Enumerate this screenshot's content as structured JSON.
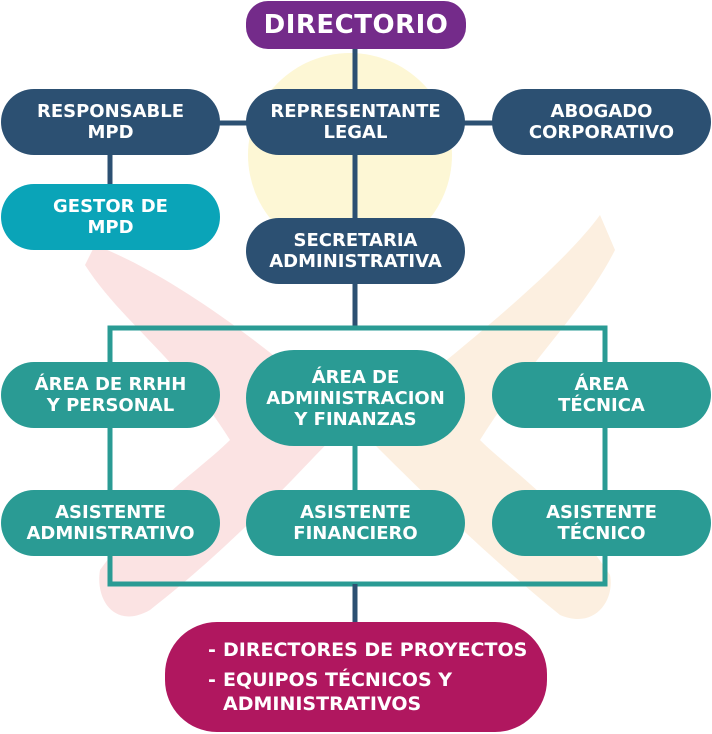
{
  "colors": {
    "directorio": "#742b8a",
    "navy": "#2c5072",
    "cyan": "#0aa4b8",
    "teal": "#2a9b94",
    "magenta": "#b0175f",
    "connector_navy": "#2c5072",
    "connector_teal": "#2a9b94"
  },
  "nodes": {
    "directorio": "DIRECTORIO",
    "responsable_mpd": [
      "RESPONSABLE",
      "MPD"
    ],
    "representante_legal": [
      "REPRESENTANTE",
      "LEGAL"
    ],
    "abogado_corporativo": [
      "ABOGADO",
      "CORPORATIVO"
    ],
    "gestor_mpd": [
      "GESTOR DE",
      "MPD"
    ],
    "secretaria_administrativa": [
      "SECRETARIA",
      "ADMINISTRATIVA"
    ],
    "area_rrhh": [
      "ÁREA DE RRHH",
      "Y PERSONAL"
    ],
    "area_administracion": [
      "ÁREA DE",
      "ADMINISTRACION",
      "Y FINANZAS"
    ],
    "area_tecnica": [
      "ÁREA",
      "TÉCNICA"
    ],
    "asistente_administrativo": [
      "ASISTENTE",
      "ADMNISTRATIVO"
    ],
    "asistente_financiero": [
      "ASISTENTE",
      "FINANCIERO"
    ],
    "asistente_tecnico": [
      "ASISTENTE",
      "TÉCNICO"
    ],
    "proyectos": {
      "dash": "-",
      "item1": [
        "DIRECTORES DE PROYECTOS"
      ],
      "item2": [
        "EQUIPOS TÉCNICOS Y",
        "ADMINISTRATIVOS"
      ]
    }
  }
}
